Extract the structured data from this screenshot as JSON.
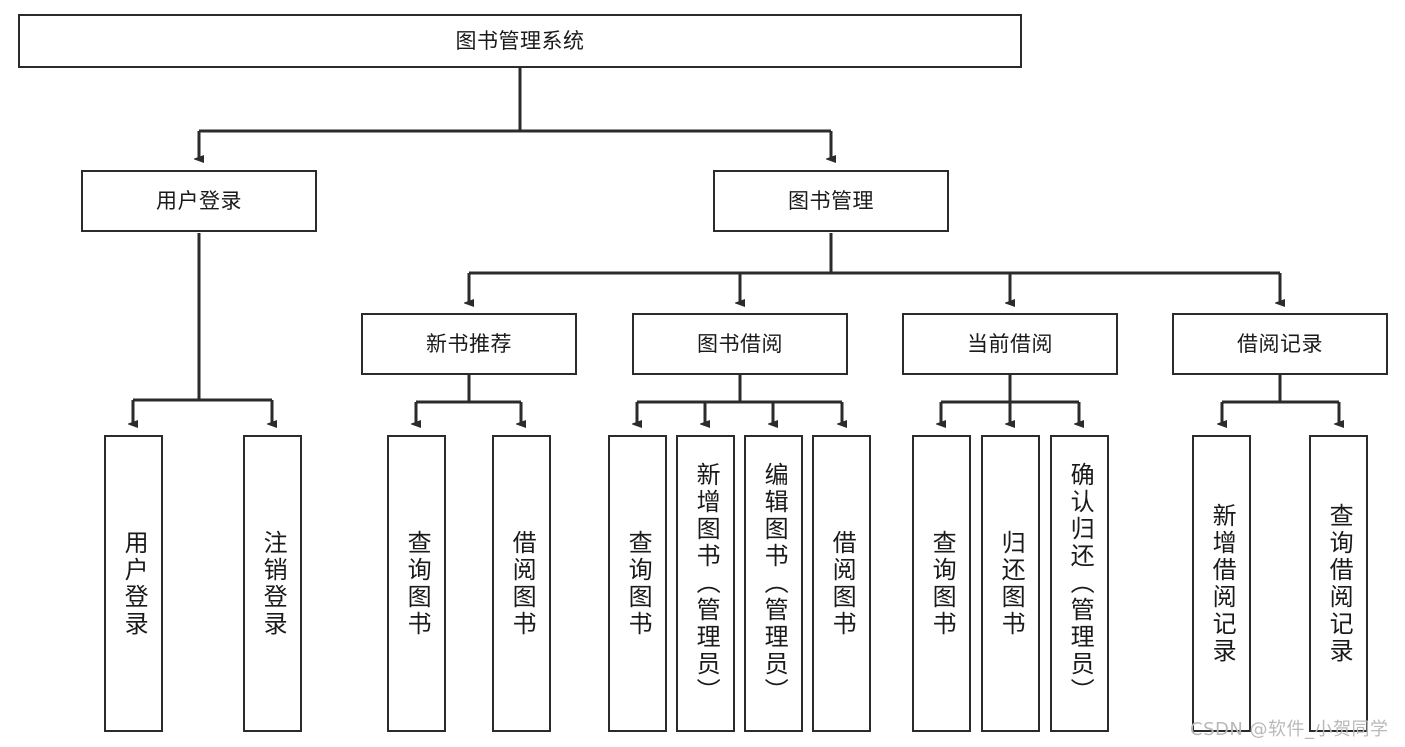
{
  "diagram": {
    "title": "图书管理系统",
    "type": "tree",
    "background_color": "#ffffff",
    "box_border_color": "#2b2b2b",
    "text_color": "#1a1a1a",
    "watermark_color": "#b9b9b9"
  },
  "watermark": {
    "text": "CSDN @软件_小贺同学"
  },
  "nodes": {
    "root": {
      "label": "图书管理系统"
    },
    "level2": [
      {
        "label": "用户登录"
      },
      {
        "label": "图书管理"
      }
    ],
    "level3": [
      {
        "label": "新书推荐"
      },
      {
        "label": "图书借阅"
      },
      {
        "label": "当前借阅"
      },
      {
        "label": "借阅记录"
      }
    ],
    "leaves": {
      "user_login": [
        {
          "label": "用户登录"
        },
        {
          "label": "注销登录"
        }
      ],
      "new_book_recommend": [
        {
          "label": "查询图书"
        },
        {
          "label": "借阅图书"
        }
      ],
      "book_borrow": [
        {
          "label": "查询图书"
        },
        {
          "label": "新增图书（管理员）"
        },
        {
          "label": "编辑图书（管理员）"
        },
        {
          "label": "借阅图书"
        }
      ],
      "current_borrow": [
        {
          "label": "查询图书"
        },
        {
          "label": "归还图书"
        },
        {
          "label": "确认归还（管理员）"
        }
      ],
      "borrow_records": [
        {
          "label": "新增借阅记录"
        },
        {
          "label": "查询借阅记录"
        }
      ]
    }
  }
}
